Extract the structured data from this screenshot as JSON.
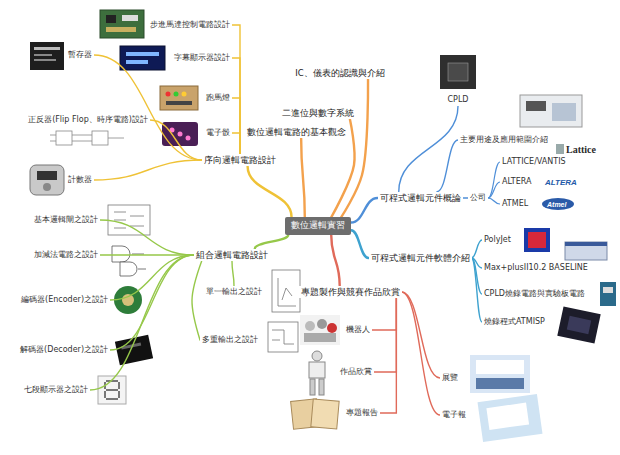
{
  "diagram": {
    "nodes": [
      {
        "text": [
          "數位邏輯實習"
        ]
      },
      {
        "text": [
          "IC、儀表的認識與介紹"
        ]
      },
      {
        "text": [
          "二進位與數字系統"
        ]
      },
      {
        "text": [
          "數位邏輯電路的基本觀念"
        ]
      },
      {
        "text": [
          "序向邏輯電路設計"
        ]
      },
      {
        "text": [
          "步進馬達控制電路設計"
        ]
      },
      {
        "text": [
          "字幕顯示器設計"
        ]
      },
      {
        "text": [
          "跑馬燈"
        ]
      },
      {
        "text": [
          "電子骰"
        ]
      },
      {
        "text": [
          "暫存器"
        ]
      },
      {
        "text": [
          "正反器(Flip Flop、時序電路)設計"
        ]
      },
      {
        "text": [
          "計數器"
        ]
      },
      {
        "text": [
          "組合邏輯電路設計"
        ]
      },
      {
        "text": [
          "基本邏輯閘之設計"
        ]
      },
      {
        "text": [
          "加減法電路之設計"
        ]
      },
      {
        "text": [
          "編碼器(Encoder)之設計"
        ]
      },
      {
        "text": [
          "解碼器(Decoder)之設計"
        ]
      },
      {
        "text": [
          "七段顯示器之設計"
        ]
      },
      {
        "text": [
          "單一輸出之設計"
        ]
      },
      {
        "text": [
          "多重輸出之設計"
        ]
      },
      {
        "text": [
          "可程式邏輯元件概論"
        ]
      },
      {
        "text": [
          "CPLD"
        ]
      },
      {
        "text": [
          "主要用途及應用範圍介紹"
        ]
      },
      {
        "text": [
          "公司"
        ]
      },
      {
        "text": [
          "LATTICE/VANTIS"
        ]
      },
      {
        "text": [
          "ALTERA"
        ]
      },
      {
        "text": [
          "ATMEL"
        ]
      },
      {
        "text": [
          "可程式邏輯元件軟體介紹"
        ]
      },
      {
        "text": [
          "PolyJet"
        ]
      },
      {
        "text": [
          "Max+plusII10.2 BASELINE"
        ]
      },
      {
        "text": [
          "CPLD燒錄電路與實驗板電路"
        ]
      },
      {
        "text": [
          "燒錄程式ATMISP"
        ]
      },
      {
        "text": [
          "專題製作與競賽作品欣賞"
        ]
      },
      {
        "text": [
          "機器人"
        ]
      },
      {
        "text": [
          "作品欣賞"
        ]
      },
      {
        "text": [
          "專題報告"
        ]
      },
      {
        "text": [
          "展覽"
        ]
      },
      {
        "text": [
          "電子報"
        ]
      }
    ],
    "edges": [
      {
        "from": 0,
        "to": 1,
        "arrow": "none"
      },
      {
        "from": 0,
        "to": 2,
        "arrow": "none"
      },
      {
        "from": 0,
        "to": 3,
        "arrow": "none"
      },
      {
        "from": 0,
        "to": 4,
        "arrow": "none"
      },
      {
        "from": 4,
        "to": 5,
        "arrow": "none"
      },
      {
        "from": 4,
        "to": 6,
        "arrow": "none"
      },
      {
        "from": 4,
        "to": 7,
        "arrow": "none"
      },
      {
        "from": 4,
        "to": 8,
        "arrow": "none"
      },
      {
        "from": 4,
        "to": 9,
        "arrow": "none"
      },
      {
        "from": 4,
        "to": 10,
        "arrow": "none"
      },
      {
        "from": 4,
        "to": 11,
        "arrow": "none"
      },
      {
        "from": 0,
        "to": 12,
        "arrow": "none"
      },
      {
        "from": 12,
        "to": 13,
        "arrow": "none"
      },
      {
        "from": 12,
        "to": 14,
        "arrow": "none"
      },
      {
        "from": 12,
        "to": 15,
        "arrow": "none"
      },
      {
        "from": 12,
        "to": 16,
        "arrow": "none"
      },
      {
        "from": 12,
        "to": 17,
        "arrow": "none"
      },
      {
        "from": 12,
        "to": 18,
        "arrow": "none"
      },
      {
        "from": 12,
        "to": 19,
        "arrow": "none"
      },
      {
        "from": 0,
        "to": 20,
        "arrow": "none"
      },
      {
        "from": 20,
        "to": 21,
        "arrow": "none"
      },
      {
        "from": 20,
        "to": 22,
        "arrow": "none"
      },
      {
        "from": 20,
        "to": 23,
        "arrow": "none"
      },
      {
        "from": 23,
        "to": 24,
        "arrow": "none"
      },
      {
        "from": 23,
        "to": 25,
        "arrow": "none"
      },
      {
        "from": 23,
        "to": 26,
        "arrow": "none"
      },
      {
        "from": 0,
        "to": 27,
        "arrow": "none"
      },
      {
        "from": 27,
        "to": 28,
        "arrow": "none"
      },
      {
        "from": 27,
        "to": 29,
        "arrow": "none"
      },
      {
        "from": 27,
        "to": 30,
        "arrow": "none"
      },
      {
        "from": 27,
        "to": 31,
        "arrow": "none"
      },
      {
        "from": 0,
        "to": 32,
        "arrow": "none"
      },
      {
        "from": 32,
        "to": 33,
        "arrow": "none"
      },
      {
        "from": 32,
        "to": 34,
        "arrow": "none"
      },
      {
        "from": 32,
        "to": 35,
        "arrow": "none"
      },
      {
        "from": 32,
        "to": 36,
        "arrow": "none"
      },
      {
        "from": 32,
        "to": 37,
        "arrow": "none"
      }
    ],
    "labels": [
      "Lattice",
      "ALTERA",
      "Atmel"
    ]
  }
}
